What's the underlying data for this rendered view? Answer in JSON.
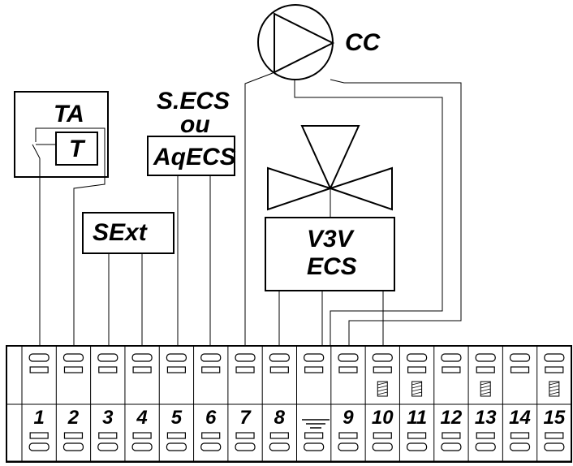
{
  "components": {
    "pump_label": "CC",
    "thermostat_label": "TA",
    "thermostat_inner": "T",
    "sensor_top_line1": "S.ECS",
    "sensor_top_line2": "ou",
    "sensor_box": "AqECS",
    "outdoor_sensor": "SExt",
    "valve_line1": "V3V",
    "valve_line2": "ECS"
  },
  "terminal_labels": [
    "1",
    "2",
    "3",
    "4",
    "5",
    "6",
    "7",
    "8",
    "",
    "9",
    "10",
    "11",
    "12",
    "13",
    "14",
    "15"
  ],
  "fused_terminals": [
    "10",
    "11",
    "13",
    "15"
  ],
  "ground_terminal_index": 8,
  "colors": {
    "line": "#000000",
    "background": "#ffffff"
  }
}
